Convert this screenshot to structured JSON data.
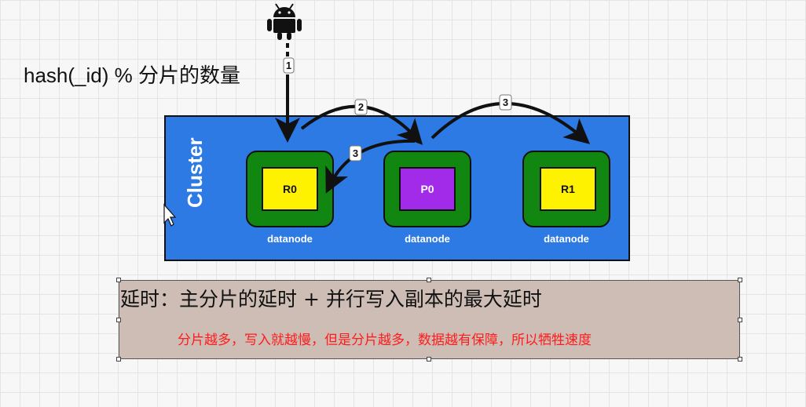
{
  "formula": "hash(_id) % 分片的数量",
  "cluster": {
    "label": "Cluster",
    "color": "#2d7ae5"
  },
  "nodes": [
    {
      "shard": "R0",
      "label": "datanode",
      "shard_color": "#fff200"
    },
    {
      "shard": "P0",
      "label": "datanode",
      "shard_color": "#a12be9"
    },
    {
      "shard": "R1",
      "label": "datanode",
      "shard_color": "#fff200"
    }
  ],
  "steps": [
    "1",
    "2",
    "3",
    "3"
  ],
  "latency_note": "延时：主分片的延时 + 并行写入副本的最大延时",
  "tradeoff_note": "分片越多，写入就越慢，但是分片越多，数据越有保障，所以牺牲速度",
  "icons": {
    "client": "android-icon",
    "cursor": "mouse-pointer-icon"
  },
  "colors": {
    "node": "#118711",
    "note_box": "#cdbdb5",
    "note_text": "#ff1c1c"
  }
}
